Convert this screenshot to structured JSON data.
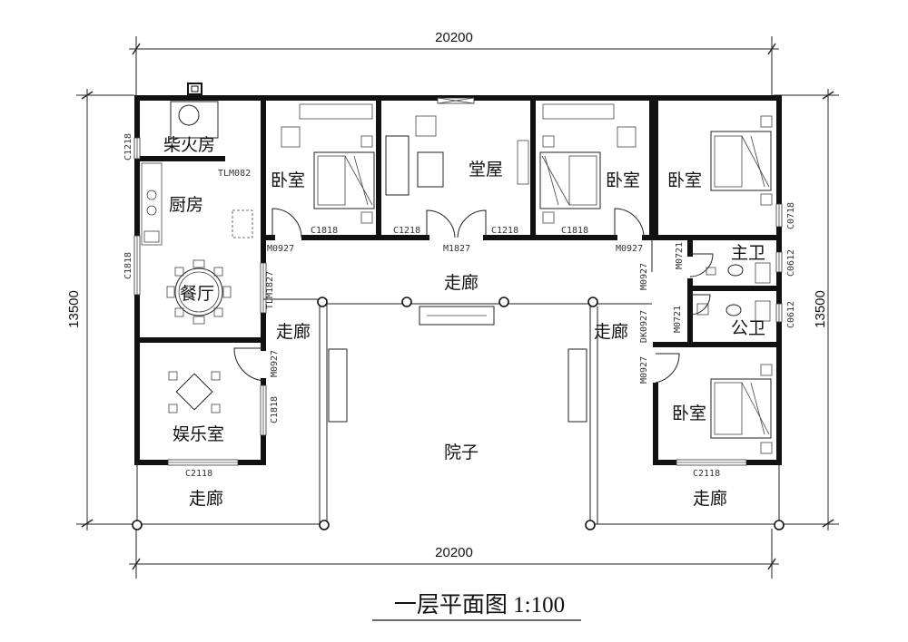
{
  "title": "一层平面图 1:100",
  "dimensions": {
    "top": "20200",
    "bottom": "20200",
    "left": "13500",
    "right": "13500"
  },
  "rooms": {
    "woodshed": "柴火房",
    "kitchen": "厨房",
    "dining": "餐厅",
    "entertainment": "娱乐室",
    "bedroom_1": "卧室",
    "hall": "堂屋",
    "bedroom_2": "卧室",
    "master_bedroom": "卧室",
    "master_bath": "主卫",
    "public_bath": "公卫",
    "bedroom_3": "卧室",
    "corridor_top": "走廊",
    "corridor_left": "走廊",
    "corridor_right": "走廊",
    "corridor_bottom_left": "走廊",
    "corridor_bottom_right": "走廊",
    "courtyard": "院子"
  },
  "openings": {
    "c1218_woodshed": "C1218",
    "tlm082": "TLM082",
    "c1818_kitchen": "C1818",
    "tlm1827": "TLM1827",
    "m0927_ent": "M0927",
    "c1818_ent": "C1818",
    "c2118_left": "C2118",
    "c1818_bed1": "C1818",
    "m0927_bed1": "M0927",
    "c1218_hall_left": "C1218",
    "m1827": "M1827",
    "c1218_hall_right": "C1218",
    "c1818_bed2": "C1818",
    "m0927_bed2": "M0927",
    "c0718": "C0718",
    "m0721": "M0721",
    "c0612_master": "C0612",
    "m0927_right": "M0927",
    "m0721_public": "M0721",
    "dk0927": "DK0927",
    "c0612_public": "C0612",
    "m0927_bed3": "M0927",
    "c2118_right": "C2118"
  }
}
